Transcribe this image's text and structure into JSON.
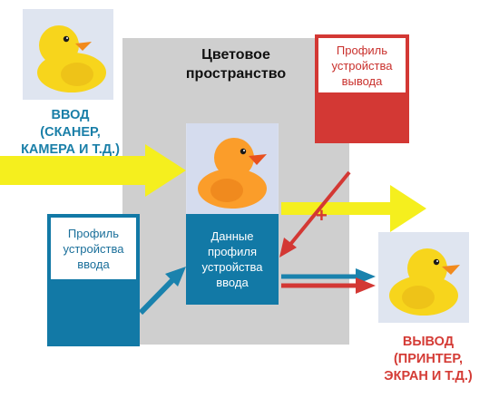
{
  "color_space": {
    "title": "Цветовое\nпространство"
  },
  "input": {
    "label_lines": [
      "ВВОД",
      "(СКАНЕР,",
      "КАМЕРА И Т.Д.)"
    ],
    "profile": "Профиль\nустройства\nввода"
  },
  "output": {
    "label_lines": [
      "ВЫВОД",
      "(ПРИНТЕР,",
      "ЭКРАН И Т.Д.)"
    ],
    "profile": "Профиль\nустройства\nвывода"
  },
  "data_profile": "Данные\nпрофиля\nустройства\nввода",
  "plus_sign": "+",
  "colors": {
    "blue": "#1279a6",
    "red": "#d33834",
    "yellow": "#f5ef1e",
    "gray": "#cfcfcf",
    "duck_yellow": "#f7d51c",
    "duck_orange": "#fb9d2a"
  },
  "icons": {
    "duck_input": "rubber-duck-yellow",
    "duck_middle": "rubber-duck-orange",
    "duck_output": "rubber-duck-yellow"
  }
}
